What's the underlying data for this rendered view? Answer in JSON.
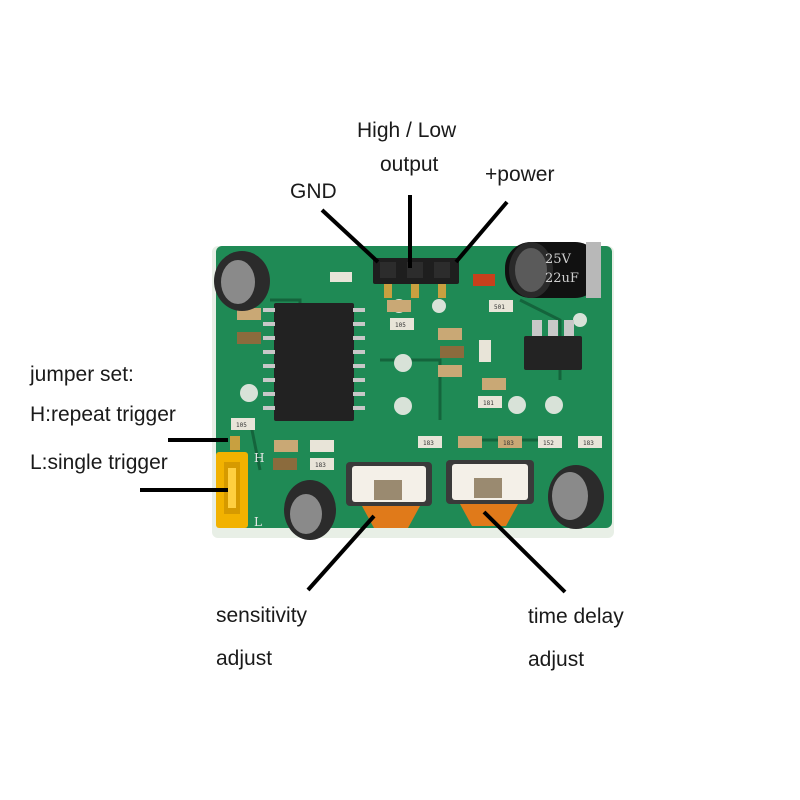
{
  "labels": {
    "gnd": "GND",
    "output_line1": "High / Low",
    "output_line2": "output",
    "power": "+power",
    "jumper_title": "jumper set:",
    "jumper_h": "H:repeat trigger",
    "jumper_l": "L:single trigger",
    "sensitivity_line1": "sensitivity",
    "sensitivity_line2": "adjust",
    "delay_line1": "time delay",
    "delay_line2": "adjust"
  },
  "board_markings": {
    "capacitor_value": "22uF",
    "capacitor_voltage": "25V",
    "jumper_h": "H",
    "jumper_l": "L",
    "resistor_codes": [
      "183",
      "183",
      "152",
      "183",
      "183",
      "105",
      "501",
      "181",
      "105"
    ]
  },
  "colors": {
    "pcb": "#1f8a55",
    "pcb_dark": "#14643c",
    "pcb_edge": "#e8efe6",
    "ic": "#222222",
    "pins": "#c8c8c8",
    "jumper": "#f2b200",
    "pot_body": "#f4f0e8",
    "pot_knob": "#e07a1a",
    "leader_line": "#000000"
  }
}
